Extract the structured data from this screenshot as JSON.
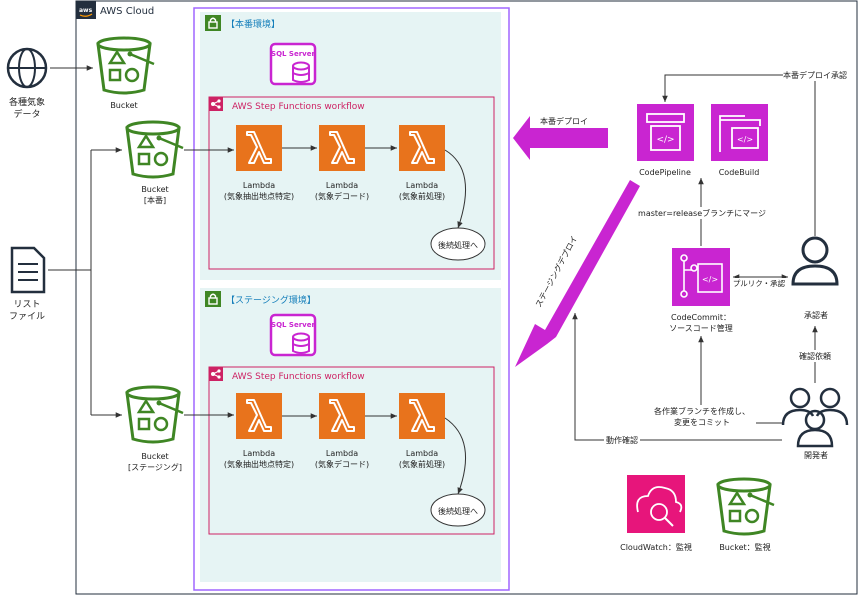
{
  "cloud": {
    "label": "AWS Cloud"
  },
  "left": {
    "weather_label_1": "各種気象",
    "weather_label_2": "データ",
    "list_label_1": "リスト",
    "list_label_2": "ファイル"
  },
  "buckets": {
    "raw": "Bucket",
    "prod_1": "Bucket",
    "prod_2": "[本番]",
    "stg_1": "Bucket",
    "stg_2": "[ステージング]"
  },
  "prod": {
    "env_label": "【本番環境】",
    "sql": "SQL Server",
    "workflow": "AWS Step Functions workflow",
    "lambdas": [
      {
        "name": "Lambda",
        "desc": "(気象抽出地点特定)"
      },
      {
        "name": "Lambda",
        "desc": "(気象デコード)"
      },
      {
        "name": "Lambda",
        "desc": "(気象前処理)"
      }
    ],
    "next": "後続処理へ"
  },
  "stg": {
    "env_label": "【ステージング環境】",
    "sql": "SQL Server",
    "workflow": "AWS Step Functions workflow",
    "lambdas": [
      {
        "name": "Lambda",
        "desc": "(気象抽出地点特定)"
      },
      {
        "name": "Lambda",
        "desc": "(気象デコード)"
      },
      {
        "name": "Lambda",
        "desc": "(気象前処理)"
      }
    ],
    "next": "後続処理へ"
  },
  "cicd": {
    "codepipeline": "CodePipeline",
    "codebuild": "CodeBuild",
    "codecommit_1": "CodeCommit：",
    "codecommit_2": "ソースコード管理",
    "approver": "承認者",
    "developer": "開発者",
    "prod_deploy": "本番デプロイ",
    "stg_deploy": "ステージングデプロイ",
    "approve_deploy": "本番デプロイ承認",
    "merge": "master=releaseブランチにマージ",
    "pull_request": "プルリク・承認",
    "review_request": "確認依頼",
    "commit_1": "各作業ブランチを作成し、",
    "commit_2": "変更をコミット",
    "check": "動作確認"
  },
  "monitor": {
    "cloudwatch": "CloudWatch：監視",
    "bucket": "Bucket：監視"
  },
  "colors": {
    "lambda": "#e8731c",
    "magenta": "#c925d1",
    "pink": "#e7157b",
    "green": "#3f8624",
    "stepfn": "#cd2264",
    "teal_bg": "#e6f4f4",
    "vpc_border": "#a166ff"
  },
  "icons": {
    "globe": "globe-icon",
    "document": "document-icon",
    "bucket": "bucket-icon",
    "lambda": "lambda-icon",
    "sql": "database-icon",
    "stepfn": "step-functions-icon",
    "lock": "lock-icon",
    "pipeline": "codepipeline-icon",
    "build": "codebuild-icon",
    "commit": "codecommit-icon",
    "user": "user-icon",
    "users": "users-icon",
    "cloudwatch": "cloudwatch-icon"
  }
}
